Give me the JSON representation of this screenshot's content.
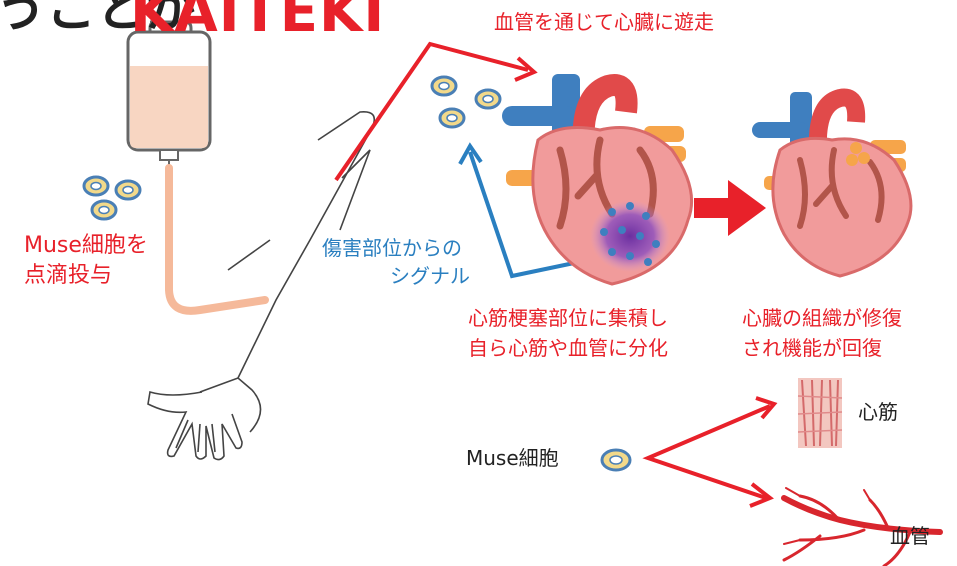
{
  "title": {
    "prefix": "うことが",
    "highlight": "KAITEKI"
  },
  "labels": {
    "travel": "血管を通じて心臓に遊走",
    "iv_line1": "Muse細胞を",
    "iv_line2": "点滴投与",
    "signal_line1": "傷害部位からの",
    "signal_line2": "シグナル",
    "accumulate_line1": "心筋梗塞部位に集積し",
    "accumulate_line2": "自ら心筋や血管に分化",
    "repair_line1": "心臓の組織が修復",
    "repair_line2": "され機能が回復",
    "muse_cell": "Muse細胞",
    "cardiac_muscle": "心筋",
    "blood_vessel": "血管"
  },
  "colors": {
    "red": "#e8212a",
    "blue": "#2a7fc0",
    "heart": "#f19b9b",
    "vein": "#3f7fbf",
    "cell": "#f2d98a"
  }
}
